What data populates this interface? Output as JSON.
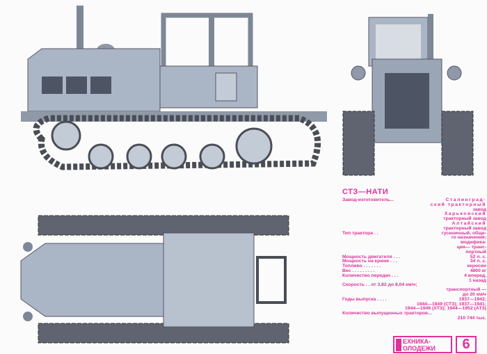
{
  "title": "СТЗ—НАТИ",
  "specs": [
    {
      "label": "Завод-изготовитель...",
      "value": [
        "Сталинград-",
        "ский тракторный",
        "завод",
        "Харьковский",
        "тракторный завод",
        "Алтайский",
        "тракторный завод"
      ]
    },
    {
      "label": "Тип трактора . .",
      "value": [
        "гусеничный, обще-",
        "го назначения;",
        "модифика-",
        "ция— транс-",
        "портный"
      ]
    },
    {
      "label": "Мощность двигателя . . .",
      "value": [
        "52 л. с."
      ]
    },
    {
      "label": "Мощность на крюке . . .",
      "value": [
        "34 л. с."
      ]
    },
    {
      "label": "Топливо . . . . . . .",
      "value": [
        "керосин"
      ]
    },
    {
      "label": "Вес . . . . . . . . .",
      "value": [
        "4800 кг"
      ]
    },
    {
      "label": "Количество передач . . .",
      "value": [
        "4 вперед,",
        "1 назад"
      ]
    },
    {
      "label": "Скорость . . от 3,82 до 8,04 км/ч;",
      "value": [
        "транспортный —",
        "до 20 км/ч"
      ]
    },
    {
      "label": "Годы выпуска . . . .",
      "value": [
        "1937—1942;",
        "1944—1949 (СТЗ); 1937—1941;",
        "1944—1949 (ХТЗ); 1944—1952 (АТЗ)"
      ]
    },
    {
      "label": "Количество выпущенных тракторов...",
      "value": [
        "210 744 тыс."
      ]
    }
  ],
  "logo": {
    "line1": "ЕХНИКА-",
    "line2": "ОЛОДЕЖИ"
  },
  "issue": "6",
  "colors": {
    "accent": "#e0309a",
    "body": "#aab5c6",
    "track": "#4a4d55"
  }
}
